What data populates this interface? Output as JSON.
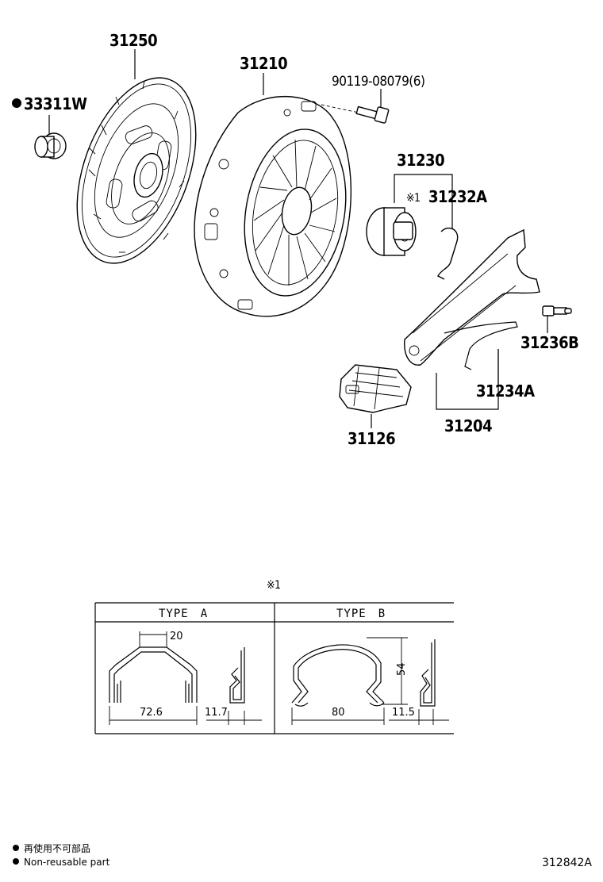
{
  "parts": {
    "disc": "31250",
    "bearing_pilot": "33311W",
    "cover": "31210",
    "bolt": "90119-08079(6)",
    "release_assy": "31230",
    "clip_ref": "※1",
    "clip": "31232A",
    "fork_bolt": "31236B",
    "spring": "31234A",
    "fork": "31204",
    "boot": "31126"
  },
  "detail": {
    "marker": "※1",
    "type_a": {
      "header": "TYPE　A",
      "dim_top": "20",
      "dim_width": "72.6",
      "dim_side": "11.7"
    },
    "type_b": {
      "header": "TYPE　B",
      "dim_height": "54",
      "dim_width": "80",
      "dim_side": "11.5"
    }
  },
  "legend": {
    "line1": "再使用不可部品",
    "line2": "Non-reusable part"
  },
  "catalog_code": "312842A"
}
